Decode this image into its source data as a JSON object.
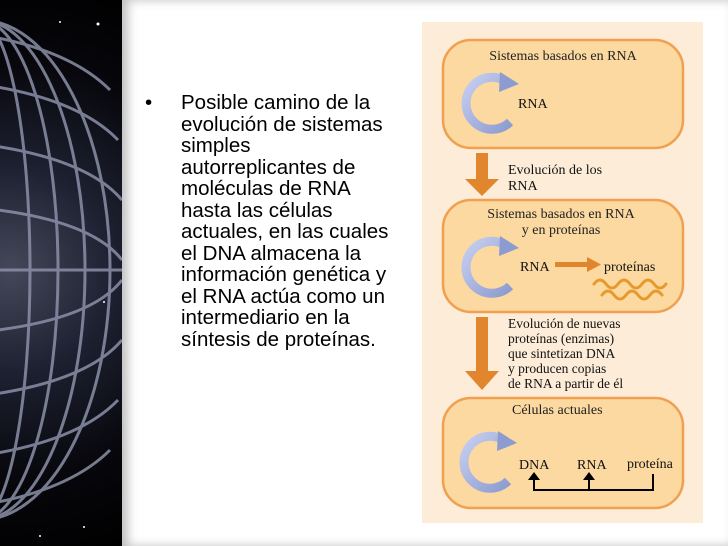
{
  "bullet": {
    "marker": "•",
    "text": "Posible camino de la evolución de sistemas simples autorreplicantes de moléculas de RNA hasta las células actuales, en las cuales el DNA almacena la información genética y el RNA actúa como un intermediario en la síntesis de proteínas."
  },
  "figure": {
    "box1": {
      "title": "Sistemas basados en RNA",
      "rna": "RNA"
    },
    "arrow1": {
      "line1": "Evolución de los",
      "line2": "RNA"
    },
    "box2": {
      "title_line1": "Sistemas basados en RNA",
      "title_line2": "y en proteínas",
      "rna": "RNA",
      "proteinas": "proteínas"
    },
    "arrow2": {
      "line1": "Evolución de nuevas",
      "line2": "proteínas (enzimas)",
      "line3": "que sintetizan DNA",
      "line4": "y producen copias",
      "line5": "de RNA a partir de él"
    },
    "box3": {
      "title": "Células actuales",
      "dna": "DNA",
      "rna": "RNA",
      "proteina": "proteína"
    }
  },
  "colors": {
    "figure_bg": "#fcecd8",
    "box_fill": "#fbd9a0",
    "box_border": "#f0a050",
    "arrow": "#e2862e",
    "cycle_arrow": "#a8b4dc",
    "wavy": "#e69a2c"
  }
}
